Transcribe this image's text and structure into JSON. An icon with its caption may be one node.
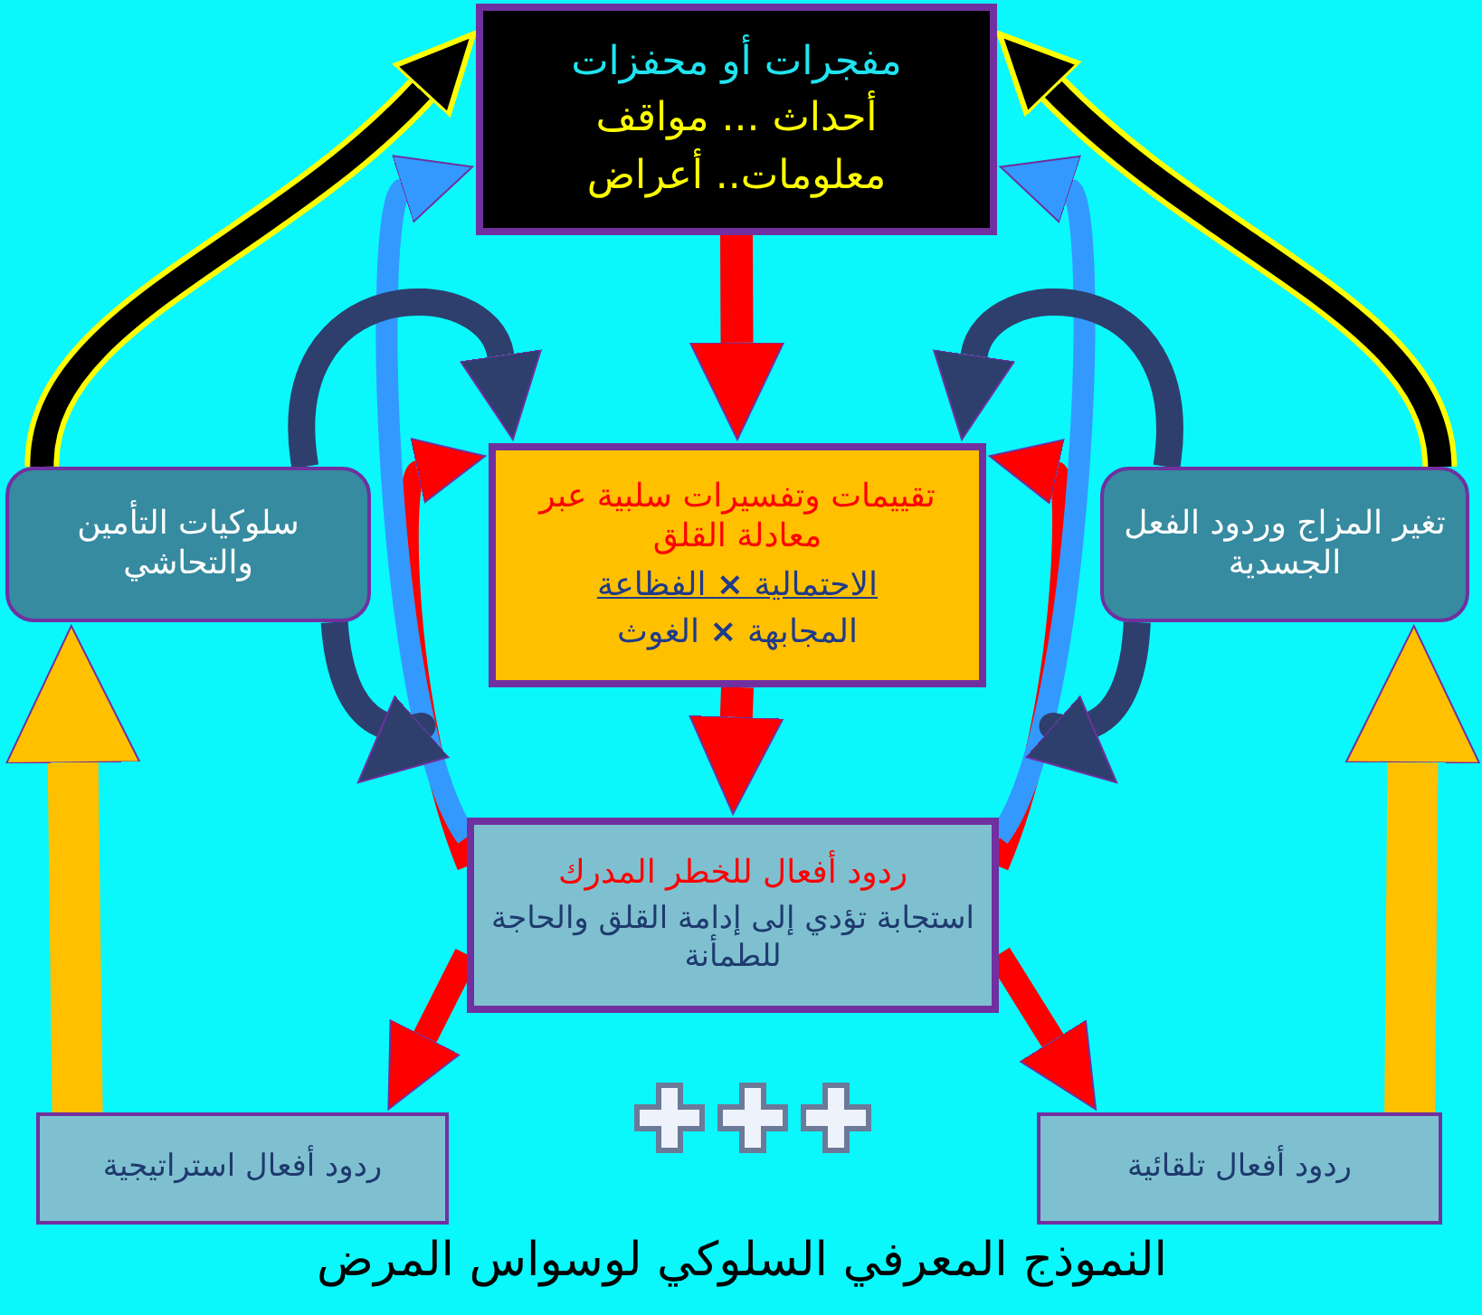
{
  "diagram": {
    "title": "النموذج المعرفي السلوكي لوسواس المرض",
    "nodes": [
      {
        "text": [
          "مفجرات أو محفزات",
          "أحداث ... مواقف",
          "معلومات.. أعراض"
        ]
      },
      {
        "text": [
          "تقييمات وتفسيرات سلبية عبر معادلة القلق",
          "الاحتمالية **×** الفظاعة",
          "المجابهة **×** الغوث"
        ]
      },
      {
        "text": [
          "ردود أفعال للخطر المدرك",
          "استجابة تؤدي إلى إدامة القلق والحاجة للطمأنة"
        ]
      },
      {
        "text": [
          "سلوكيات التأمين والتحاشي"
        ]
      },
      {
        "text": [
          "تغير المزاج وردود الفعل الجسدية"
        ]
      },
      {
        "text": [
          "ردود أفعال استراتيجية"
        ]
      },
      {
        "text": [
          "ردود أفعال تلقائية"
        ]
      }
    ],
    "edges": [
      {
        "from": 0,
        "to": 1,
        "arrow": "to",
        "color": "#ff0000"
      },
      {
        "from": 1,
        "to": 2,
        "arrow": "to",
        "color": "#ff0000"
      },
      {
        "from": 2,
        "to": 5,
        "arrow": "to",
        "color": "#ff0000"
      },
      {
        "from": 2,
        "to": 6,
        "arrow": "to",
        "color": "#ff0000"
      },
      {
        "from": 2,
        "to": 1,
        "arrow": "to",
        "color": "#ff0000"
      },
      {
        "from": 2,
        "to": 1,
        "arrow": "to",
        "color": "#ff0000"
      },
      {
        "from": 2,
        "to": 0,
        "arrow": "to",
        "color": "#3399ff"
      },
      {
        "from": 2,
        "to": 0,
        "arrow": "to",
        "color": "#3399ff"
      },
      {
        "from": 3,
        "to": 1,
        "arrow": "to",
        "color": "#2e3f6e"
      },
      {
        "from": 3,
        "to": 1,
        "arrow": "to",
        "color": "#2e3f6e"
      },
      {
        "from": 4,
        "to": 1,
        "arrow": "to",
        "color": "#2e3f6e"
      },
      {
        "from": 4,
        "to": 1,
        "arrow": "to",
        "color": "#2e3f6e"
      },
      {
        "from": 3,
        "to": 0,
        "arrow": "to",
        "color": "#000000"
      },
      {
        "from": 4,
        "to": 0,
        "arrow": "to",
        "color": "#000000"
      },
      {
        "from": 5,
        "to": 3,
        "arrow": "to",
        "color": "#ffc000",
        "style": "thick"
      },
      {
        "from": 6,
        "to": 4,
        "arrow": "to",
        "color": "#ffc000",
        "style": "thick"
      }
    ]
  }
}
